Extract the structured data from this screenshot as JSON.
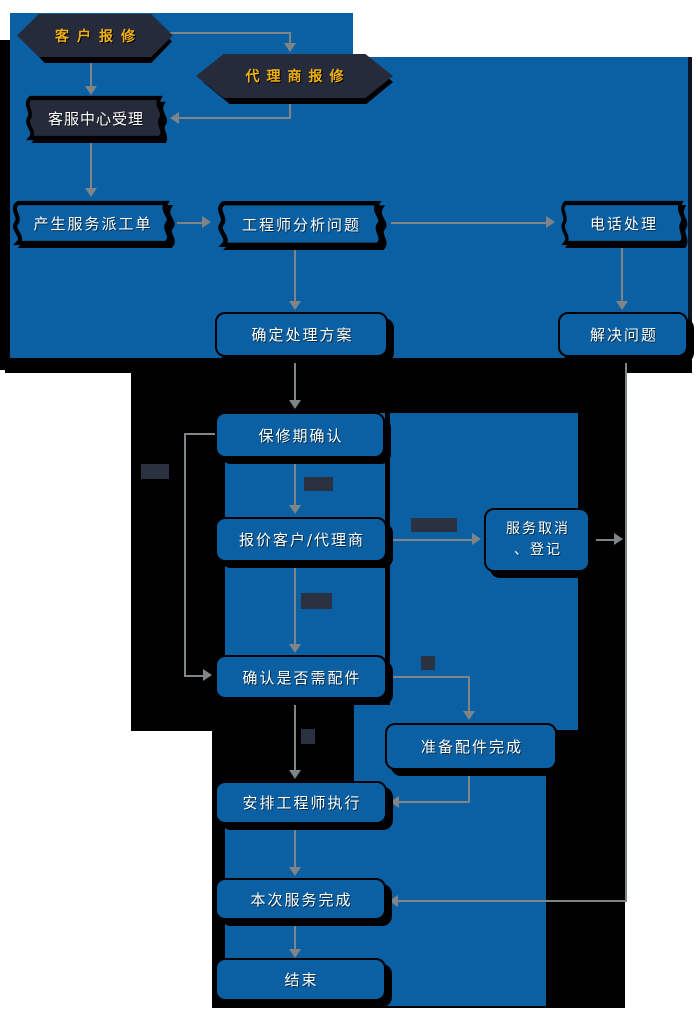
{
  "colors": {
    "canvas_blue": "#0a60a2",
    "panel_dark": "#252b3a",
    "accent_yellow": "#f0b014",
    "line_gray": "#7f8487",
    "shadow_black": "#000000",
    "page_white": "#ffffff"
  },
  "nodes": {
    "customer_report": {
      "label": "客户报修"
    },
    "agent_report": {
      "label": "代理商报修"
    },
    "service_center_accept": {
      "label": "客服中心受理"
    },
    "create_work_order": {
      "label": "产生服务派工单"
    },
    "engineer_analyze": {
      "label": "工程师分析问题"
    },
    "phone_handle": {
      "label": "电话处理"
    },
    "determine_plan": {
      "label": "确定处理方案"
    },
    "solve_problem": {
      "label": "解决问题"
    },
    "warranty_confirm": {
      "label": "保修期确认"
    },
    "quote_customer": {
      "label": "报价客户/代理商"
    },
    "service_cancel": {
      "label": "服务取消、登记",
      "line1": "服务取消",
      "line2": "、登记"
    },
    "need_parts": {
      "label": "确认是否需配件"
    },
    "prepare_parts": {
      "label": "准备配件完成"
    },
    "assign_engineer": {
      "label": "安排工程师执行"
    },
    "service_done": {
      "label": "本次服务完成"
    },
    "end": {
      "label": "结束"
    }
  }
}
